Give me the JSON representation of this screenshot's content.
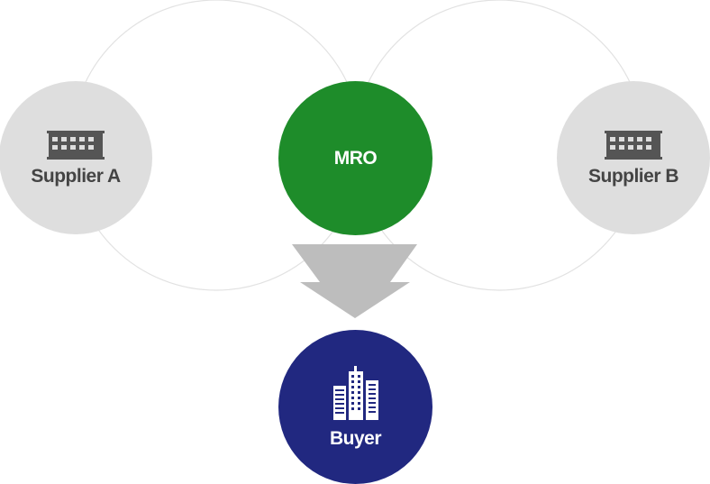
{
  "diagram": {
    "nodes": {
      "supplier_a": {
        "label": "Supplier A",
        "icon": "factory-icon",
        "color": "#dedede"
      },
      "mro": {
        "label": "MRO",
        "color": "#1e8c2a"
      },
      "supplier_b": {
        "label": "Supplier B",
        "icon": "factory-icon",
        "color": "#dedede"
      },
      "buyer": {
        "label": "Buyer",
        "icon": "buildings-icon",
        "color": "#212880"
      }
    },
    "flow_arrow_color": "#bdbdbd",
    "ring_color": "#e2e2e2"
  }
}
